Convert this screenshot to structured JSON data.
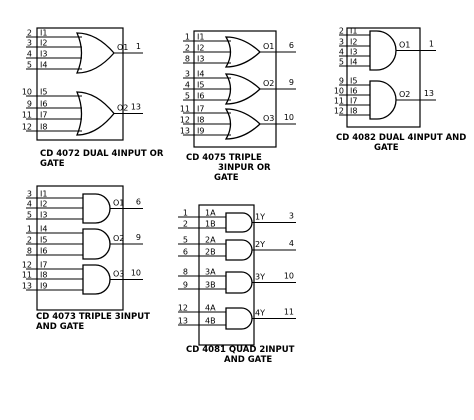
{
  "chips": [
    {
      "id": "cd4072",
      "caption_lines": [
        "CD 4072 DUAL 4INPUT OR",
        "GATE"
      ],
      "gate_type": "or",
      "gates": [
        {
          "inputs": [
            {
              "pin": "2",
              "label": "I1"
            },
            {
              "pin": "3",
              "label": "I2"
            },
            {
              "pin": "4",
              "label": "I3"
            },
            {
              "pin": "5",
              "label": "I4"
            }
          ],
          "output": {
            "pin": "1",
            "label": "O1"
          }
        },
        {
          "inputs": [
            {
              "pin": "10",
              "label": "I5"
            },
            {
              "pin": "9",
              "label": "I6"
            },
            {
              "pin": "11",
              "label": "I7"
            },
            {
              "pin": "12",
              "label": "I8"
            }
          ],
          "output": {
            "pin": "13",
            "label": "O2"
          }
        }
      ]
    },
    {
      "id": "cd4075",
      "caption_lines": [
        "CD 4075 TRIPLE",
        "3INPUR OR",
        "GATE"
      ],
      "gate_type": "or",
      "gates": [
        {
          "inputs": [
            {
              "pin": "1",
              "label": "I1"
            },
            {
              "pin": "2",
              "label": "I2"
            },
            {
              "pin": "8",
              "label": "I3"
            }
          ],
          "output": {
            "pin": "6",
            "label": "O1"
          }
        },
        {
          "inputs": [
            {
              "pin": "3",
              "label": "I4"
            },
            {
              "pin": "4",
              "label": "I5"
            },
            {
              "pin": "5",
              "label": "I6"
            }
          ],
          "output": {
            "pin": "9",
            "label": "O2"
          }
        },
        {
          "inputs": [
            {
              "pin": "11",
              "label": "I7"
            },
            {
              "pin": "12",
              "label": "I8"
            },
            {
              "pin": "13",
              "label": "I9"
            }
          ],
          "output": {
            "pin": "10",
            "label": "O3"
          }
        }
      ]
    },
    {
      "id": "cd4082",
      "caption_lines": [
        "CD 4082 DUAL 4INPUT AND",
        "GATE"
      ],
      "gate_type": "and",
      "gates": [
        {
          "inputs": [
            {
              "pin": "2",
              "label": "I1"
            },
            {
              "pin": "3",
              "label": "I2"
            },
            {
              "pin": "4",
              "label": "I3"
            },
            {
              "pin": "5",
              "label": "I4"
            }
          ],
          "output": {
            "pin": "1",
            "label": "O1"
          }
        },
        {
          "inputs": [
            {
              "pin": "9",
              "label": "I5"
            },
            {
              "pin": "10",
              "label": "I6"
            },
            {
              "pin": "11",
              "label": "I7"
            },
            {
              "pin": "12",
              "label": "I8"
            }
          ],
          "output": {
            "pin": "13",
            "label": "O2"
          }
        }
      ]
    },
    {
      "id": "cd4073",
      "caption_lines": [
        "CD 4073 TRIPLE 3INPUT",
        "AND GATE"
      ],
      "gate_type": "and",
      "gates": [
        {
          "inputs": [
            {
              "pin": "3",
              "label": "I1"
            },
            {
              "pin": "4",
              "label": "I2"
            },
            {
              "pin": "5",
              "label": "I3"
            }
          ],
          "output": {
            "pin": "6",
            "label": "O1"
          }
        },
        {
          "inputs": [
            {
              "pin": "1",
              "label": "I4"
            },
            {
              "pin": "2",
              "label": "I5"
            },
            {
              "pin": "8",
              "label": "I6"
            }
          ],
          "output": {
            "pin": "9",
            "label": "O2"
          }
        },
        {
          "inputs": [
            {
              "pin": "12",
              "label": "I7"
            },
            {
              "pin": "11",
              "label": "I8"
            },
            {
              "pin": "13",
              "label": "I9"
            }
          ],
          "output": {
            "pin": "10",
            "label": "O3"
          }
        }
      ]
    },
    {
      "id": "cd4081",
      "caption_lines": [
        "CD 4081 QUAD 2INPUT",
        "AND GATE"
      ],
      "gate_type": "and",
      "gates": [
        {
          "inputs": [
            {
              "pin": "1",
              "label": "1A"
            },
            {
              "pin": "2",
              "label": "1B"
            }
          ],
          "output": {
            "pin": "3",
            "label": "1Y"
          }
        },
        {
          "inputs": [
            {
              "pin": "5",
              "label": "2A"
            },
            {
              "pin": "6",
              "label": "2B"
            }
          ],
          "output": {
            "pin": "4",
            "label": "2Y"
          }
        },
        {
          "inputs": [
            {
              "pin": "8",
              "label": "3A"
            },
            {
              "pin": "9",
              "label": "3B"
            }
          ],
          "output": {
            "pin": "10",
            "label": "3Y"
          }
        },
        {
          "inputs": [
            {
              "pin": "12",
              "label": "4A"
            },
            {
              "pin": "13",
              "label": "4B"
            }
          ],
          "output": {
            "pin": "11",
            "label": "4Y"
          }
        }
      ]
    }
  ]
}
